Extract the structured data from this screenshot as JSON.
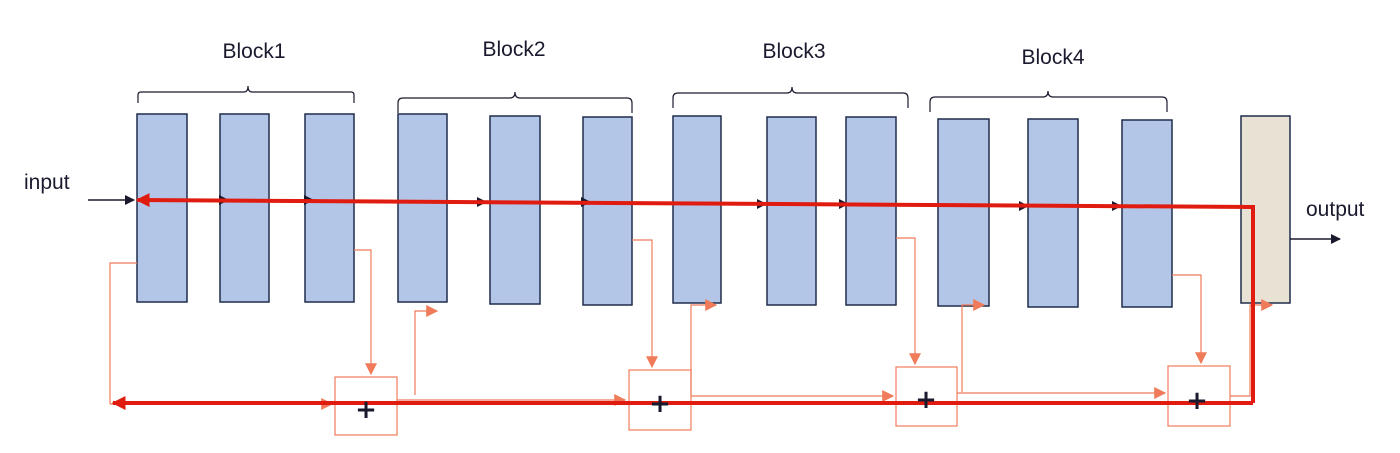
{
  "blocks": [
    {
      "label": "Block1"
    },
    {
      "label": "Block2"
    },
    {
      "label": "Block3"
    },
    {
      "label": "Block4"
    }
  ],
  "input_label": "input",
  "output_label": "output",
  "sum_symbol": "+",
  "colors": {
    "layer_fill": "#b3c6e7",
    "layer_stroke": "#1f2d4a",
    "output_fill": "#e8e2d4",
    "main_path": "#e01b10",
    "skip_path": "#ef7b5a",
    "arrow": "#1a1a2e"
  }
}
